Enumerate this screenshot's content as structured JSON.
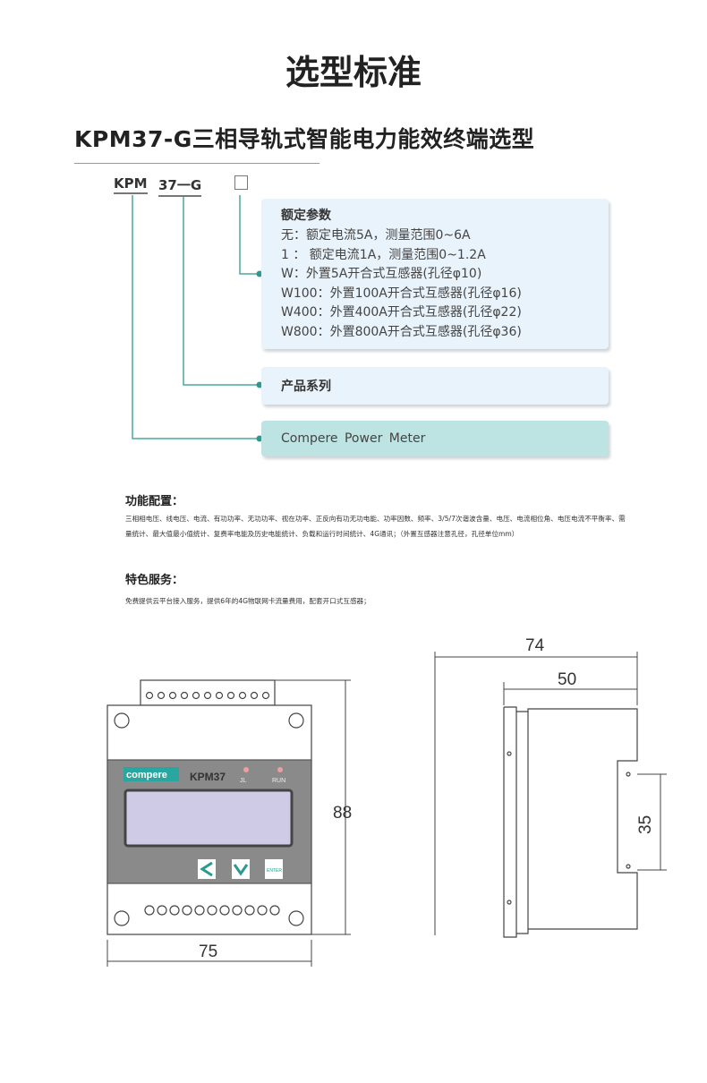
{
  "header": {
    "title": "选型标准",
    "subtitle": "KPM37-G三相导轨式智能电力能效终端选型"
  },
  "model_code": {
    "part1": "KPM",
    "part2": "37一G"
  },
  "rated_params": {
    "title": "额定参数",
    "lines": [
      "无：额定电流5A，测量范围0~6A",
      "1 ： 额定电流1A，测量范围0~1.2A",
      "W：外置5A开合式互感器(孔径φ10)",
      "W100：外置100A开合式互感器(孔径φ16)",
      "W400：外置400A开合式互感器(孔径φ22)",
      "W800：外置800A开合式互感器(孔径φ36)"
    ]
  },
  "series": {
    "title": "产品系列"
  },
  "brand": {
    "title": "Compere Power Meter"
  },
  "features": {
    "heading": "功能配置：",
    "text": "三相相电压、线电压、电流、有功功率、无功功率、视在功率、正反向有功无功电能、功率因数、频率、3/5/7次谐波含量、电压、电流相位角、电压电流不平衡率、需量统计、最大值最小值统计、复费率电能及历史电能统计、负载和运行时间统计、4G通讯；（外置互感器注意孔径，孔径单位mm）"
  },
  "services": {
    "heading": "特色服务：",
    "text": "免费提供云平台接入服务，提供6年的4G物联网卡流量费用，配套开口式互感器；"
  },
  "drawing": {
    "brand_label": "compere",
    "model_label": "KPM37",
    "led1": "JL",
    "led2": "RUN",
    "enter_label": "ENTER",
    "dim_height": "88",
    "dim_width": "75",
    "dim_depth": "74",
    "dim_depth2": "50",
    "dim_rail": "35"
  },
  "colors": {
    "accent": "#4aa89c",
    "panel": "#e9f3fb",
    "brand_panel": "#bde3e3"
  }
}
